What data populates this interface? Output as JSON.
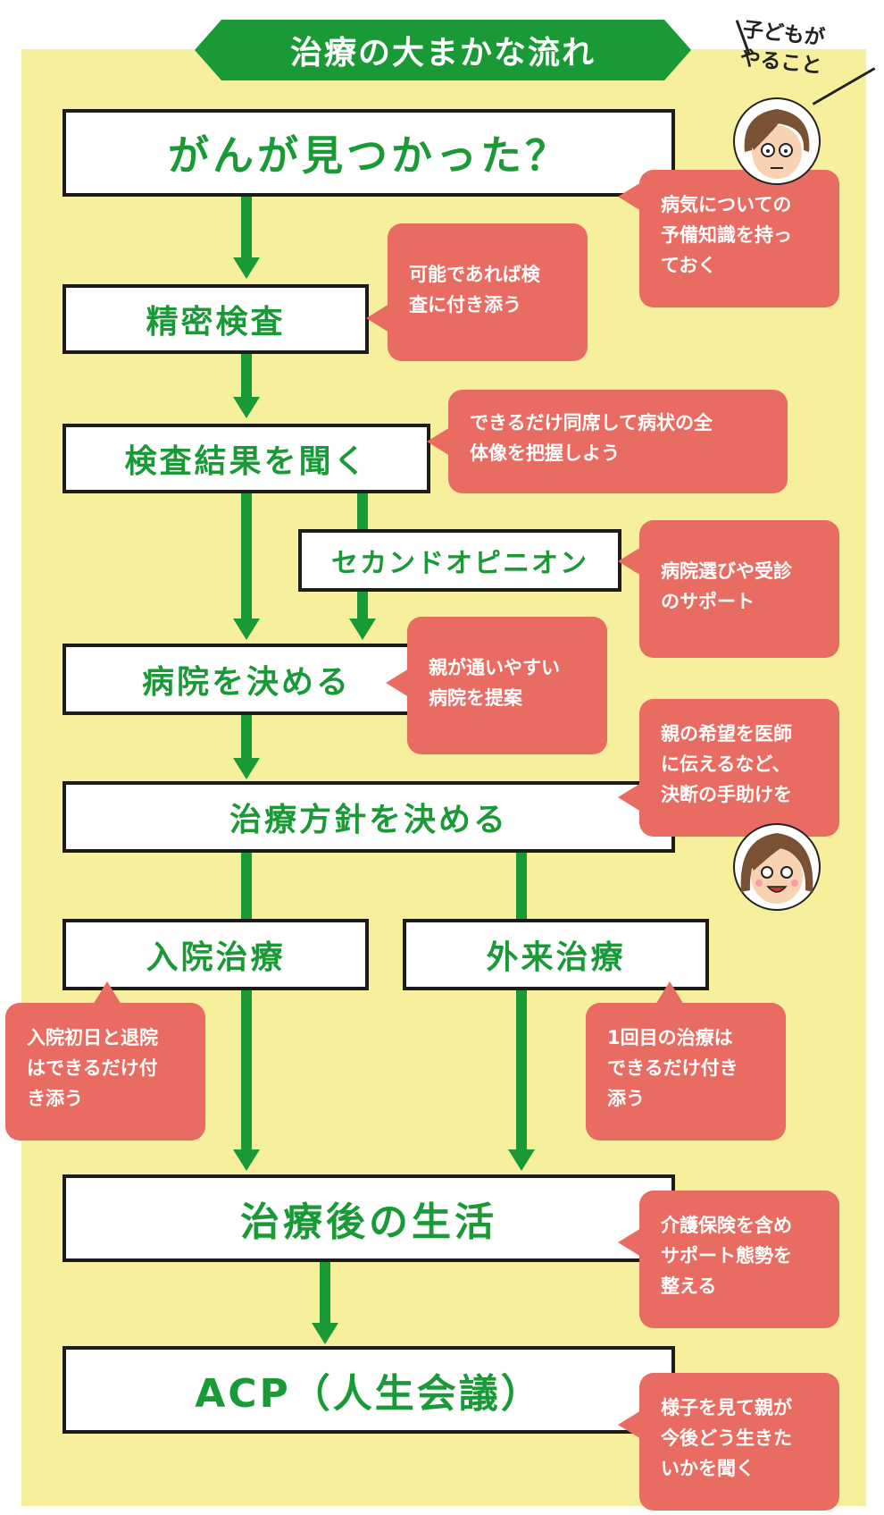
{
  "title": "治療の大まかな流れ",
  "legend": {
    "label": "子どもが\nやること"
  },
  "colors": {
    "background": "#f6f09c",
    "flow_green": "#1a9a36",
    "bubble_red": "#e96c62",
    "box_border": "#1c1c1c"
  },
  "icons": {
    "top_face": "worried-face-icon",
    "middle_face": "smiling-face-icon"
  },
  "steps": {
    "found": "がんが見つかった？",
    "detailed_exam": "精密検査",
    "hear_results": "検査結果を聞く",
    "second_opinion": "セカンドオピニオン",
    "decide_hospital": "病院を決める",
    "decide_policy": "治療方針を決める",
    "inpatient": "入院治療",
    "outpatient": "外来治療",
    "after_treatment": "治療後の生活",
    "acp": "ACP（人生会議）"
  },
  "notes": {
    "found": "病気についての\n予備知識を持っ\nておく",
    "detailed_exam": "可能であれば検\n査に付き添う",
    "hear_results": "できるだけ同席して病状の全\n体像を把握しよう",
    "second_opinion": "病院選びや受診\nのサポート",
    "decide_hospital": "親が通いやすい\n病院を提案",
    "decide_policy": "親の希望を医師\nに伝えるなど、\n決断の手助けを",
    "inpatient": "入院初日と退院\nはできるだけ付\nき添う",
    "outpatient": "1回目の治療は\nできるだけ付き\n添う",
    "after_treatment": "介護保険を含め\nサポート態勢を\n整える",
    "acp": "様子を見て親が\n今後どう生きた\nいかを聞く"
  }
}
